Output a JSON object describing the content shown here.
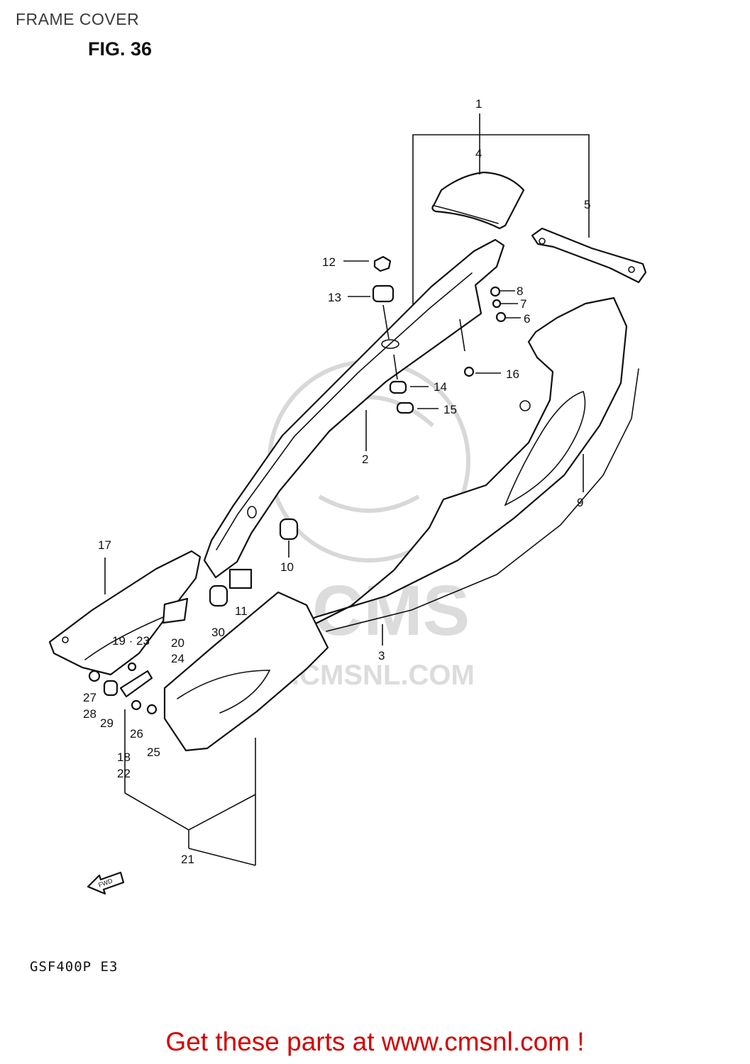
{
  "header": {
    "title": "FRAME COVER"
  },
  "figure": {
    "number": "FIG. 36",
    "model": "GSF400P E3"
  },
  "callouts": {
    "c1": "1",
    "c2": "2",
    "c3": "3",
    "c4": "4",
    "c5": "5",
    "c6": "6",
    "c7": "7",
    "c8": "8",
    "c9": "9",
    "c10": "10",
    "c11": "11",
    "c12": "12",
    "c13": "13",
    "c14": "14",
    "c15": "15",
    "c16": "16",
    "c17": "17",
    "c19_23": "19 · 23",
    "c20": "20",
    "c24": "24",
    "c21": "21",
    "c25": "25",
    "c26": "26",
    "c27": "27",
    "c28": "28",
    "c29": "29",
    "c30": "30",
    "c18": "18",
    "c22": "22"
  },
  "direction_tag": "FWD",
  "watermark": {
    "brand": "CMS",
    "url": "WWW.CMSNL.COM"
  },
  "footer": {
    "cta": "Get these parts at www.cmsnl.com !"
  },
  "colors": {
    "cta": "#d40000",
    "ink": "#111111",
    "watermark": "#d8d8d8"
  }
}
